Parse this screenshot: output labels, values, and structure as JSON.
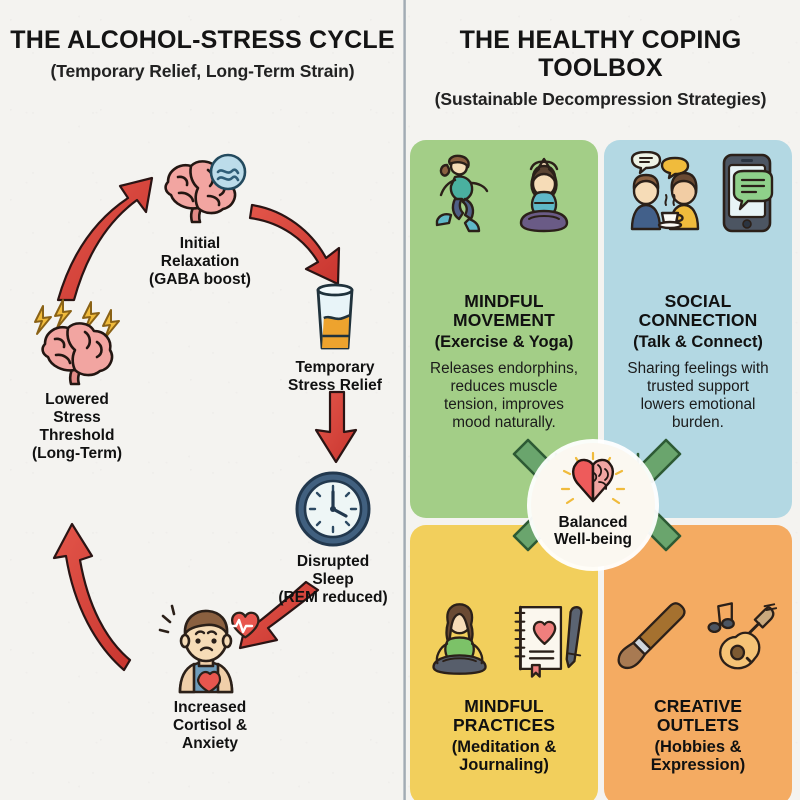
{
  "left_panel": {
    "title": "THE ALCOHOL-STRESS CYCLE",
    "subtitle": "(Temporary Relief, Long-Term Strain)",
    "nodes": [
      {
        "id": "initial-relaxation",
        "icon": "brain-with-wave-icon",
        "label": "Initial\nRelaxation\n(GABA boost)"
      },
      {
        "id": "temporary-stress-relief",
        "icon": "whiskey-glass-icon",
        "label": "Temporary\nStress Relief"
      },
      {
        "id": "disrupted-sleep",
        "icon": "clock-icon",
        "label": "Disrupted\nSleep\n(REM reduced)"
      },
      {
        "id": "increased-cortisol",
        "icon": "anxious-person-icon",
        "label": "Increased\nCortisol &\nAnxiety"
      },
      {
        "id": "lowered-stress-threshold",
        "icon": "brain-with-lightning-icon",
        "label": "Lowered\nStress\nThreshold\n(Long-Term)"
      }
    ],
    "arrow_color": "#d9453c"
  },
  "right_panel": {
    "title": "THE HEALTHY COPING TOOLBOX",
    "subtitle": "(Sustainable Decompression Strategies)",
    "cards": [
      {
        "id": "mindful-movement",
        "title": "MINDFUL\nMOVEMENT",
        "kicker": "(Exercise & Yoga)",
        "body": "Releases endorphins,\nreduces muscle\ntension, improves\nmood naturally.",
        "color": "#a3ce87",
        "icons": [
          "running-person-icon",
          "yoga-person-icon"
        ]
      },
      {
        "id": "social-connection",
        "title": "SOCIAL\nCONNECTION",
        "kicker": "(Talk & Connect)",
        "body": "Sharing feelings with\ntrusted support\nlowers emotional\nburden.",
        "color": "#b3d8e3",
        "icons": [
          "two-people-talking-icon",
          "smartphone-chat-icon"
        ]
      },
      {
        "id": "mindful-practices",
        "title": "MINDFUL\nPRACTICES",
        "kicker": "(Meditation &\nJournaling)",
        "body": "",
        "color": "#f2cf5c",
        "icons": [
          "meditating-person-icon",
          "journal-and-pen-icon"
        ]
      },
      {
        "id": "creative-outlets",
        "title": "CREATIVE\nOUTLETS",
        "kicker": "(Hobbies &\nExpression)",
        "body": "",
        "color": "#f4ab62",
        "icons": [
          "paintbrush-icon",
          "guitar-music-note-icon"
        ]
      }
    ],
    "hub": {
      "icon": "heart-brain-icon",
      "label": "Balanced\nWell-being"
    },
    "arrow_color": "#5f9e63"
  }
}
